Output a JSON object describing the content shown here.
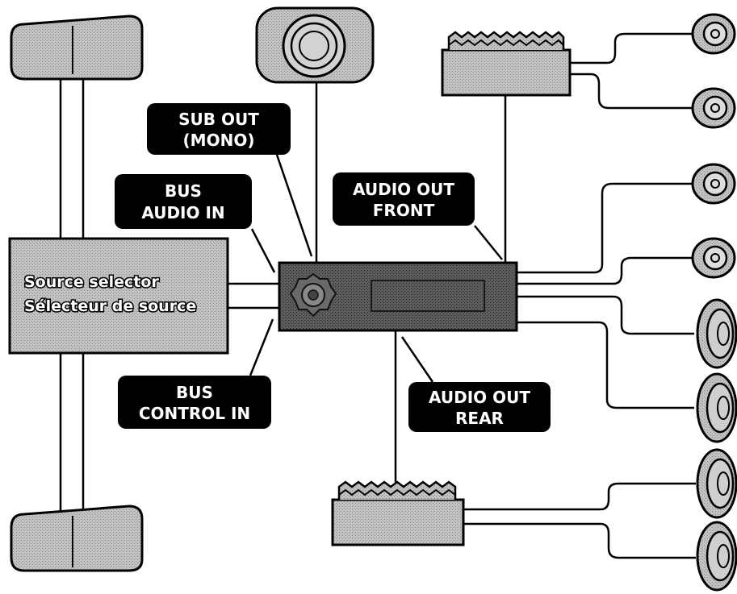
{
  "labels": {
    "sub_out": [
      "SUB OUT",
      "(MONO)"
    ],
    "bus_audio_in": [
      "BUS",
      "AUDIO IN"
    ],
    "audio_out_front": [
      "AUDIO OUT",
      "FRONT"
    ],
    "bus_control_in": [
      "BUS",
      "CONTROL IN"
    ],
    "audio_out_rear": [
      "AUDIO OUT",
      "REAR"
    ]
  },
  "source_selector": {
    "line1": "Source selector",
    "line2": "Sélecteur de source"
  },
  "colors": {
    "label_bg": "#000000",
    "label_text": "#ffffff",
    "component_fill": "#b5b5b5",
    "selector_fill": "#c4c4c4",
    "headunit_fill": "#5a5a5a",
    "wire": "#000000"
  }
}
